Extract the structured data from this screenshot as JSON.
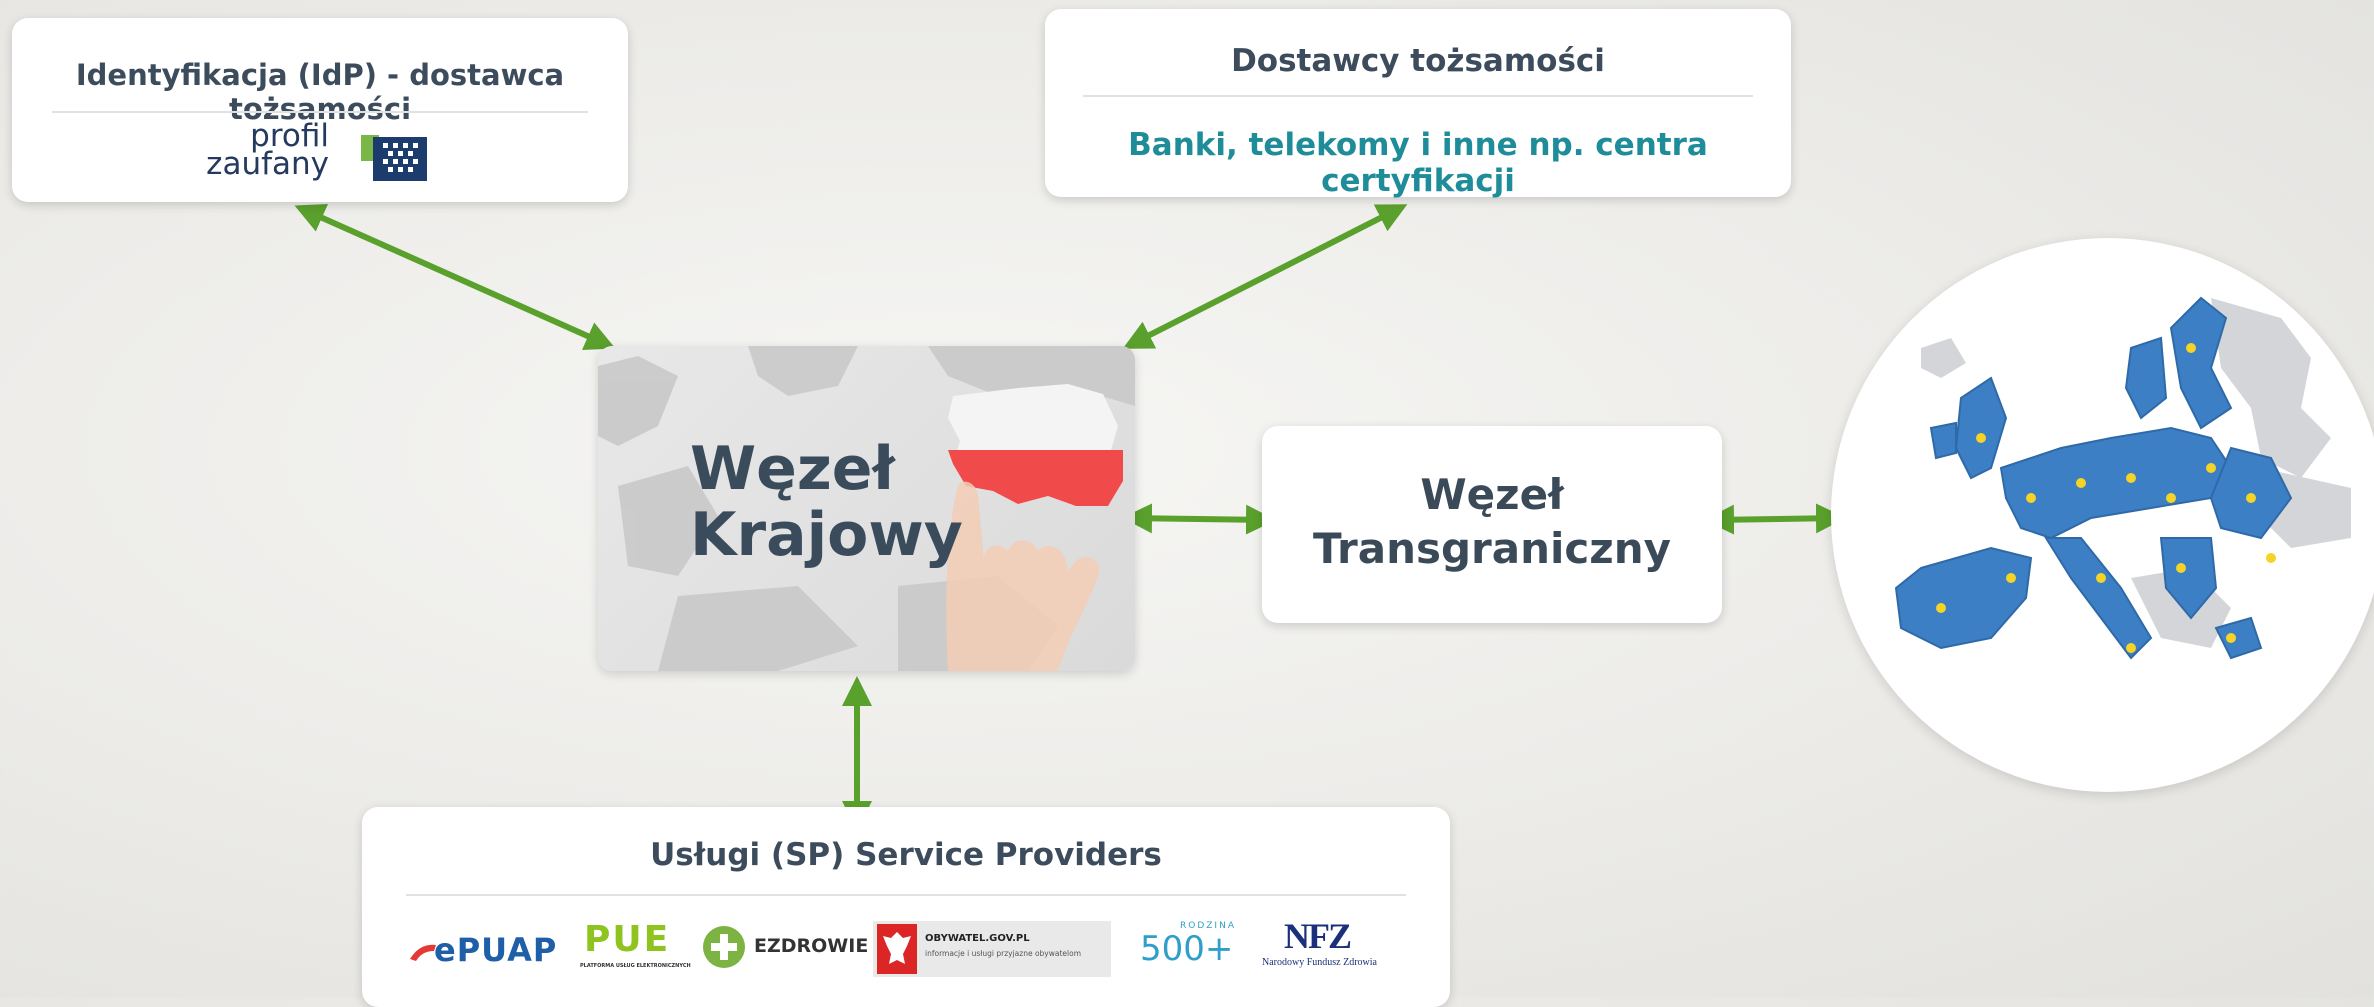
{
  "idp": {
    "title": "Identyfikacja (IdP) - dostawca tożsamości",
    "logo_line1": "profil",
    "logo_line2": "zaufany"
  },
  "idp_providers": {
    "title": "Dostawcy tożsamości",
    "subtitle": "Banki, telekomy i inne np. centra certyfikacji"
  },
  "national_node": {
    "line1": "Węzeł",
    "line2": "Krajowy"
  },
  "cross_border_node": {
    "line1": "Węzeł",
    "line2": "Transgraniczny"
  },
  "service_providers": {
    "title": "Usługi (SP) Service Providers",
    "logos": {
      "epuap": "ePUAP",
      "pue": "PUE",
      "pue_caption": "PLATFORMA USŁUG ELEKTRONICZNYCH",
      "ezdrowie": "EZDROWIE",
      "obywatel_title": "OBYWATEL.GOV.PL",
      "obywatel_sub": "informacje i usługi przyjazne obywatelom",
      "rodzina_small": "RODZINA",
      "rodzina_big": "500+",
      "nfz_big": "NFZ",
      "nfz_sub": "Narodowy Fundusz Zdrowia"
    }
  },
  "colors": {
    "arrow": "#5aa02c",
    "teal": "#1e8c99",
    "node_text": "#3b4a59",
    "eu_blue": "#3d7fc4",
    "poland_red": "#f04a4a"
  }
}
